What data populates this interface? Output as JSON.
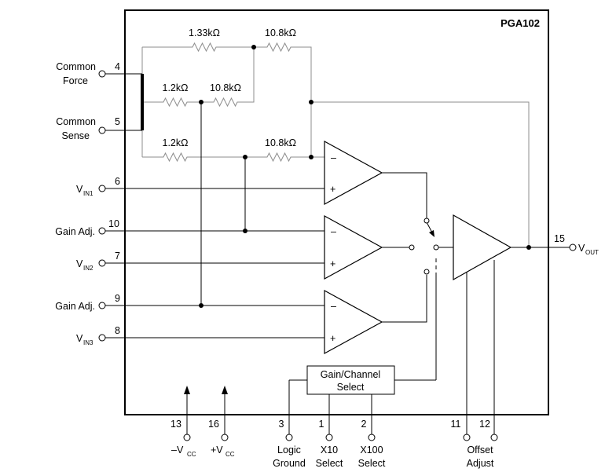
{
  "chip_name": "PGA102",
  "left_pins": [
    {
      "number": "4",
      "label_lines": [
        "Common",
        "Force"
      ]
    },
    {
      "number": "5",
      "label_lines": [
        "Common",
        "Sense"
      ]
    },
    {
      "number": "6",
      "label": "V",
      "sub": "IN1"
    },
    {
      "number": "10",
      "label": "Gain Adj."
    },
    {
      "number": "7",
      "label": "V",
      "sub": "IN2"
    },
    {
      "number": "9",
      "label": "Gain Adj."
    },
    {
      "number": "8",
      "label": "V",
      "sub": "IN3"
    }
  ],
  "output_pin": {
    "number": "15",
    "label": "V",
    "sub": "OUT"
  },
  "bottom_pins": [
    {
      "number": "13",
      "label_lines": [
        "–V",
        "CC"
      ]
    },
    {
      "number": "16",
      "label_lines": [
        "+V",
        "CC"
      ]
    },
    {
      "number": "3",
      "label_lines": [
        "Logic",
        "Ground"
      ]
    },
    {
      "number": "1",
      "label_lines": [
        "X10",
        "Select"
      ]
    },
    {
      "number": "2",
      "label_lines": [
        "X100",
        "Select"
      ]
    },
    {
      "number": "11",
      "label_lines": [
        "Offset",
        "Adjust"
      ]
    },
    {
      "number": "12",
      "label_lines": [
        "",
        ""
      ]
    }
  ],
  "resistors": [
    "1.33kΩ",
    "10.8kΩ",
    "1.2kΩ",
    "10.8kΩ",
    "1.2kΩ",
    "10.8kΩ"
  ],
  "amp_signs": {
    "minus": "–",
    "plus": "+"
  },
  "selector_box": {
    "line1": "Gain/Channel",
    "line2": "Select"
  }
}
